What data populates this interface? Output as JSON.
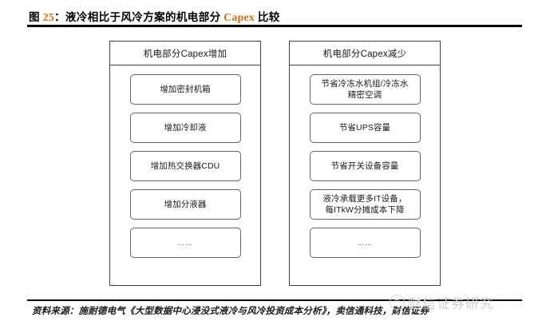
{
  "figure": {
    "label": "图",
    "number": "25",
    "separator": "：",
    "title_text": "液冷相比于风冷方案的机电部分",
    "title_accent": "Capex",
    "title_tail": "比较"
  },
  "colors": {
    "accent": "#d4690a",
    "rule": "#000000",
    "box_border": "#5f6368",
    "column_border": "#3c4043",
    "text": "#1a1a1a",
    "watermark": "#cfd2d7"
  },
  "diagram": {
    "type": "comparison-columns",
    "columns": [
      {
        "id": "capex-increase",
        "header": "机电部分Capex增加",
        "items": [
          "增加密封机箱",
          "增加冷却液",
          "增加热交换器CDU",
          "增加分液器",
          "……"
        ]
      },
      {
        "id": "capex-decrease",
        "header": "机电部分Capex减少",
        "items": [
          "节省冷冻水机组/冷冻水\n精密空调",
          "节省UPS容量",
          "节省开关设备容量",
          "液冷承载更多IT设备，\n每ITkW分摊成本下降",
          "……"
        ]
      }
    ]
  },
  "source": {
    "text": "资料来源：施耐德电气《大型数据中心浸没式液冷与风冷投资成本分析》，卖信通科技，财信证券"
  },
  "watermark": {
    "text": "财信证券研究",
    "logo_name": "caixin-securities-logo"
  }
}
